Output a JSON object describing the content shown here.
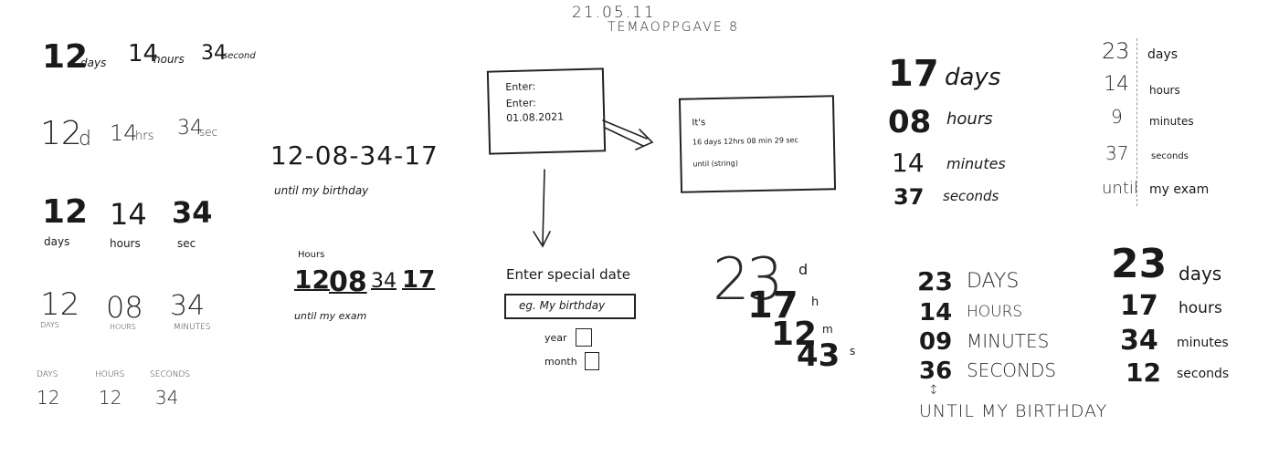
{
  "header": {
    "date": "21.05.11",
    "title": "TEMAOPPGAVE 8"
  },
  "col1": {
    "row1": {
      "num1": "12",
      "unit1": "days",
      "num2": "14",
      "unit2": "hours",
      "num3": "34",
      "unit3": "second"
    },
    "row2": {
      "num1": "12",
      "unit1": "d",
      "num2": "14",
      "unit2": "hrs",
      "num3": "34",
      "unit3": "sec"
    },
    "row3": {
      "num1": "12",
      "unit1": "days",
      "num2": "14",
      "unit2": "hours",
      "num3": "34",
      "unit3": "sec"
    },
    "row4": {
      "num1": "12",
      "unit1": "DAYS",
      "num2": "08",
      "unit2": "HOURS",
      "num3": "34",
      "unit3": "MINUTES"
    },
    "row5": {
      "unit1": "DAYS",
      "unit2": "HOURS",
      "unit3": "SECONDS",
      "num1": "12",
      "num2": "12",
      "num3": "34"
    }
  },
  "col2": {
    "line": "12-08-34-17",
    "caption": "until my birthday",
    "hours_label": "Hours",
    "d": "12",
    "h": "08",
    "m": "34",
    "s": "17",
    "caption2": "until my exam"
  },
  "col3": {
    "form_line1": "Enter:",
    "form_line2": "Enter:",
    "form_line3": "01.08.2021",
    "result_line1": "It's",
    "result_line2": "16 days 12hrs 08 min 29 sec",
    "result_line3": "until (string)",
    "special_label": "Enter special date",
    "special_input": "eg. My birthday",
    "year_label": "year",
    "month_label": "month"
  },
  "stack": {
    "n1": "23",
    "u1": "d",
    "n2": "17",
    "u2": "h",
    "n3": "12",
    "u3": "m",
    "n4": "43",
    "u4": "s"
  },
  "right1": {
    "n1": "17",
    "u1": "days",
    "n2": "08",
    "u2": "hours",
    "n3": "14",
    "u3": "minutes",
    "n4": "37",
    "u4": "seconds"
  },
  "right2": {
    "n1": "23",
    "u1": "days",
    "n2": "14",
    "u2": "hours",
    "n3": "9",
    "u3": "minutes",
    "n4": "37",
    "u4": "seconds",
    "until": "until",
    "target": "my exam"
  },
  "right3": {
    "n1": "23",
    "u1": "DAYS",
    "n2": "14",
    "u2": "HOURS",
    "n3": "09",
    "u3": "MINUTES",
    "n4": "36",
    "u4": "SECONDS",
    "until": "UNTIL MY BIRTHDAY"
  },
  "right4": {
    "n1": "23",
    "u1": "days",
    "n2": "17",
    "u2": "hours",
    "n3": "34",
    "u3": "minutes",
    "n4": "12",
    "u4": "seconds"
  }
}
